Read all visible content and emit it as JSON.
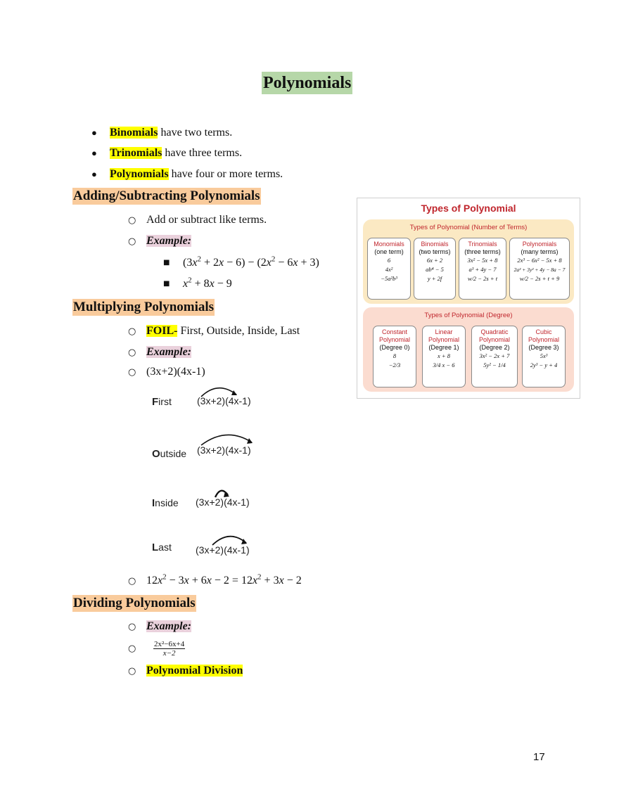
{
  "title": "Polynomials",
  "bullets": [
    {
      "term": "Binomials",
      "rest": " have two terms."
    },
    {
      "term": "Trinomials",
      "rest": " have three terms."
    },
    {
      "term": "Polynomials",
      "rest": " have four or more terms."
    }
  ],
  "adding": {
    "heading": "Adding/Subtracting Polynomials",
    "rule": "Add or subtract like terms.",
    "example_label": "Example:"
  },
  "multiplying": {
    "heading": "Multiplying Polynomials",
    "foil_term": "FOIL-",
    "foil_rest": " First, Outside, Inside, Last",
    "example_label": "Example:",
    "problem": "(3x+2)(4x-1)",
    "foil_steps": [
      {
        "initial": "F",
        "rest": "irst",
        "expr": "(3x+2)(4x-1)"
      },
      {
        "initial": "O",
        "rest": "utside",
        "expr": "(3x+2)(4x-1)"
      },
      {
        "initial": "I",
        "rest": "nside",
        "expr": "(3x+2)(4x-1)"
      },
      {
        "initial": "L",
        "rest": "ast",
        "expr": "(3x+2)(4x-1)"
      }
    ]
  },
  "dividing": {
    "heading": "Dividing Polynomials",
    "example_label": "Example:",
    "numerator": "2x²−6x+4",
    "denominator": "x−2",
    "link_text": "Polynomial Division"
  },
  "figure": {
    "title": "Types of Polynomial",
    "panel1_heading": "Types of Polynomial (Number of Terms)",
    "panel2_heading": "Types of Polynomial (Degree)",
    "terms_cards": [
      {
        "name": "Monomials",
        "desc": "(one term)",
        "examples": [
          "6",
          "4x²",
          "−5a²b³"
        ]
      },
      {
        "name": "Binomials",
        "desc": "(two terms)",
        "examples": [
          "6x + 2",
          "ab⁴ − 5",
          "y + 2f"
        ]
      },
      {
        "name": "Trinomials",
        "desc": "(three terms)",
        "examples": [
          "3x² − 5x + 8",
          "a³ + 4y − 7",
          "w/2 − 2s + t"
        ]
      },
      {
        "name": "Polynomials",
        "desc": "(many terms)",
        "examples": [
          "2x³ − 6x² − 5x + 8",
          "2a³ + 3y² + 4y − 8a − 7",
          "w/2 − 2s + t + 9"
        ]
      }
    ],
    "degree_cards": [
      {
        "name1": "Constant",
        "name2": "Polynomial",
        "desc": "(Degree 0)",
        "examples": [
          "8",
          "−2/3"
        ]
      },
      {
        "name1": "Linear",
        "name2": "Polynomial",
        "desc": "(Degree 1)",
        "examples": [
          "x + 8",
          "3/4 x − 6"
        ]
      },
      {
        "name1": "Quadratic",
        "name2": "Polynomial",
        "desc": "(Degree 2)",
        "examples": [
          "3x² − 2x + 7",
          "5y² − 1/4"
        ]
      },
      {
        "name1": "Cubic",
        "name2": "Polynomial",
        "desc": "(Degree 3)",
        "examples": [
          "5x³",
          "2y³ − y + 4"
        ]
      }
    ]
  },
  "page_number": "17"
}
